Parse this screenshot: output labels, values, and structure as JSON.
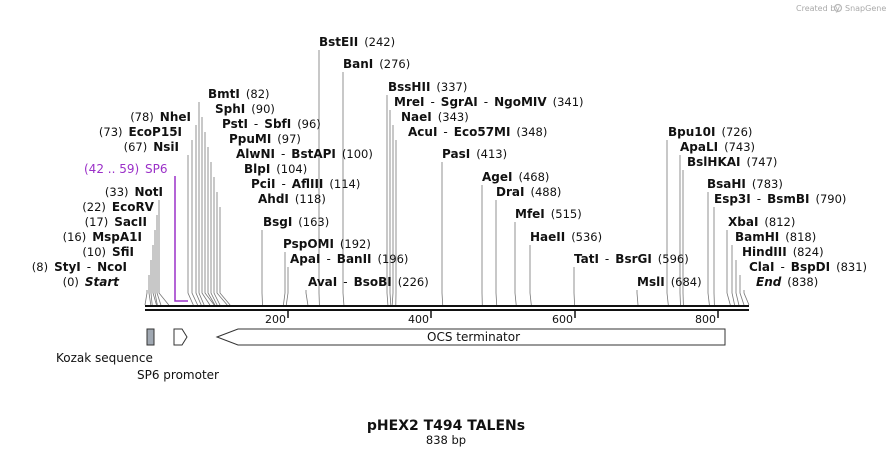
{
  "credit": {
    "text": "Created by",
    "brand": "SnapGene",
    "logo_color": "#b8b8b8"
  },
  "title": "pHEX2 T494 TALENs",
  "subtitle": "838 bp",
  "colors": {
    "backbone": "#111111",
    "primer": "#9b30c8",
    "feature_fill": "#ffffff",
    "kozak_fill": "#a0a8b2"
  },
  "ticks": [
    "200",
    "400",
    "600",
    "800"
  ],
  "primer": {
    "range": "(42 .. 59)",
    "name": "SP6",
    "start": 42,
    "end": 59
  },
  "features": [
    {
      "name": "Kozak sequence",
      "shape": "box"
    },
    {
      "name": "SP6 promoter",
      "shape": "arrow-right"
    },
    {
      "name": "OCS terminator",
      "shape": "arrow-left"
    }
  ],
  "sites": [
    {
      "side": "left",
      "parts": [
        {
          "pos": "(0)"
        },
        {
          "name": "Start",
          "italic": true
        }
      ],
      "bp": 0
    },
    {
      "side": "left",
      "parts": [
        {
          "pos": "(8)"
        },
        {
          "name": "StyI"
        },
        {
          "sep": "-"
        },
        {
          "name": "NcoI"
        }
      ],
      "bp": 8
    },
    {
      "side": "left",
      "parts": [
        {
          "pos": "(10)"
        },
        {
          "name": "SfiI"
        }
      ],
      "bp": 10
    },
    {
      "side": "left",
      "parts": [
        {
          "pos": "(16)"
        },
        {
          "name": "MspA1I"
        }
      ],
      "bp": 16
    },
    {
      "side": "left",
      "parts": [
        {
          "pos": "(17)"
        },
        {
          "name": "SacII"
        }
      ],
      "bp": 17
    },
    {
      "side": "left",
      "parts": [
        {
          "pos": "(22)"
        },
        {
          "name": "EcoRV"
        }
      ],
      "bp": 22
    },
    {
      "side": "left",
      "parts": [
        {
          "pos": "(33)"
        },
        {
          "name": "NotI"
        }
      ],
      "bp": 33
    },
    {
      "side": "left",
      "parts": [
        {
          "pos": "(67)"
        },
        {
          "name": "NsiI"
        }
      ],
      "bp": 67
    },
    {
      "side": "left",
      "parts": [
        {
          "pos": "(73)"
        },
        {
          "name": "EcoP15I"
        }
      ],
      "bp": 73
    },
    {
      "side": "left",
      "parts": [
        {
          "pos": "(78)"
        },
        {
          "name": "NheI"
        }
      ],
      "bp": 78
    },
    {
      "side": "right",
      "parts": [
        {
          "name": "BmtI"
        },
        {
          "pos": "(82)"
        }
      ],
      "bp": 82
    },
    {
      "side": "right",
      "parts": [
        {
          "name": "SphI"
        },
        {
          "pos": "(90)"
        }
      ],
      "bp": 90
    },
    {
      "side": "right",
      "parts": [
        {
          "name": "PstI"
        },
        {
          "sep": "-"
        },
        {
          "name": "SbfI"
        },
        {
          "pos": "(96)"
        }
      ],
      "bp": 96
    },
    {
      "side": "right",
      "parts": [
        {
          "name": "PpuMI"
        },
        {
          "pos": "(97)"
        }
      ],
      "bp": 97
    },
    {
      "side": "right",
      "parts": [
        {
          "name": "AlwNI"
        },
        {
          "sep": "-"
        },
        {
          "name": "BstAPI"
        },
        {
          "pos": "(100)"
        }
      ],
      "bp": 100
    },
    {
      "side": "right",
      "parts": [
        {
          "name": "BlpI"
        },
        {
          "pos": "(104)"
        }
      ],
      "bp": 104
    },
    {
      "side": "right",
      "parts": [
        {
          "name": "PciI"
        },
        {
          "sep": "-"
        },
        {
          "name": "AflIII"
        },
        {
          "pos": "(114)"
        }
      ],
      "bp": 114
    },
    {
      "side": "right",
      "parts": [
        {
          "name": "AhdI"
        },
        {
          "pos": "(118)"
        }
      ],
      "bp": 118
    },
    {
      "side": "right",
      "parts": [
        {
          "name": "BsgI"
        },
        {
          "pos": "(163)"
        }
      ],
      "bp": 163
    },
    {
      "side": "right",
      "parts": [
        {
          "name": "PspOMI"
        },
        {
          "pos": "(192)"
        }
      ],
      "bp": 192
    },
    {
      "side": "right",
      "parts": [
        {
          "name": "ApaI"
        },
        {
          "sep": "-"
        },
        {
          "name": "BanII"
        },
        {
          "pos": "(196)"
        }
      ],
      "bp": 196
    },
    {
      "side": "right",
      "parts": [
        {
          "name": "AvaI"
        },
        {
          "sep": "-"
        },
        {
          "name": "BsoBI"
        },
        {
          "pos": "(226)"
        }
      ],
      "bp": 226
    },
    {
      "side": "right",
      "parts": [
        {
          "name": "BstEII"
        },
        {
          "pos": "(242)"
        }
      ],
      "bp": 242
    },
    {
      "side": "right",
      "parts": [
        {
          "name": "BanI"
        },
        {
          "pos": "(276)"
        }
      ],
      "bp": 276
    },
    {
      "side": "right",
      "parts": [
        {
          "name": "BssHII"
        },
        {
          "pos": "(337)"
        }
      ],
      "bp": 337
    },
    {
      "side": "right",
      "parts": [
        {
          "name": "MreI"
        },
        {
          "sep": "-"
        },
        {
          "name": "SgrAI"
        },
        {
          "sep": "-"
        },
        {
          "name": "NgoMIV"
        },
        {
          "pos": "(341)"
        }
      ],
      "bp": 341
    },
    {
      "side": "right",
      "parts": [
        {
          "name": "NaeI"
        },
        {
          "pos": "(343)"
        }
      ],
      "bp": 343
    },
    {
      "side": "right",
      "parts": [
        {
          "name": "AcuI"
        },
        {
          "sep": "-"
        },
        {
          "name": "Eco57MI"
        },
        {
          "pos": "(348)"
        }
      ],
      "bp": 348
    },
    {
      "side": "right",
      "parts": [
        {
          "name": "PasI"
        },
        {
          "pos": "(413)"
        }
      ],
      "bp": 413
    },
    {
      "side": "right",
      "parts": [
        {
          "name": "AgeI"
        },
        {
          "pos": "(468)"
        }
      ],
      "bp": 468
    },
    {
      "side": "right",
      "parts": [
        {
          "name": "DraI"
        },
        {
          "pos": "(488)"
        }
      ],
      "bp": 488
    },
    {
      "side": "right",
      "parts": [
        {
          "name": "MfeI"
        },
        {
          "pos": "(515)"
        }
      ],
      "bp": 515
    },
    {
      "side": "right",
      "parts": [
        {
          "name": "HaeII"
        },
        {
          "pos": "(536)"
        }
      ],
      "bp": 536
    },
    {
      "side": "right",
      "parts": [
        {
          "name": "TatI"
        },
        {
          "sep": "-"
        },
        {
          "name": "BsrGI"
        },
        {
          "pos": "(596)"
        }
      ],
      "bp": 596
    },
    {
      "side": "right",
      "parts": [
        {
          "name": "MslI"
        },
        {
          "pos": "(684)"
        }
      ],
      "bp": 684
    },
    {
      "side": "right",
      "parts": [
        {
          "name": "Bpu10I"
        },
        {
          "pos": "(726)"
        }
      ],
      "bp": 726
    },
    {
      "side": "right",
      "parts": [
        {
          "name": "ApaLI"
        },
        {
          "pos": "(743)"
        }
      ],
      "bp": 743
    },
    {
      "side": "right",
      "parts": [
        {
          "name": "BslHKAI"
        },
        {
          "pos": "(747)"
        }
      ],
      "bp": 747
    },
    {
      "side": "right",
      "parts": [
        {
          "name": "BsaHI"
        },
        {
          "pos": "(783)"
        }
      ],
      "bp": 783
    },
    {
      "side": "right",
      "parts": [
        {
          "name": "Esp3I"
        },
        {
          "sep": "-"
        },
        {
          "name": "BsmBI"
        },
        {
          "pos": "(790)"
        }
      ],
      "bp": 790
    },
    {
      "side": "right",
      "parts": [
        {
          "name": "XbaI"
        },
        {
          "pos": "(812)"
        }
      ],
      "bp": 812
    },
    {
      "side": "right",
      "parts": [
        {
          "name": "BamHI"
        },
        {
          "pos": "(818)"
        }
      ],
      "bp": 818
    },
    {
      "side": "right",
      "parts": [
        {
          "name": "HindIII"
        },
        {
          "pos": "(824)"
        }
      ],
      "bp": 824
    },
    {
      "side": "right",
      "parts": [
        {
          "name": "ClaI"
        },
        {
          "sep": "-"
        },
        {
          "name": "BspDI"
        },
        {
          "pos": "(831)"
        }
      ],
      "bp": 831
    },
    {
      "side": "right",
      "parts": [
        {
          "name": "End",
          "italic": true
        },
        {
          "pos": "(838)"
        }
      ],
      "bp": 838
    }
  ]
}
